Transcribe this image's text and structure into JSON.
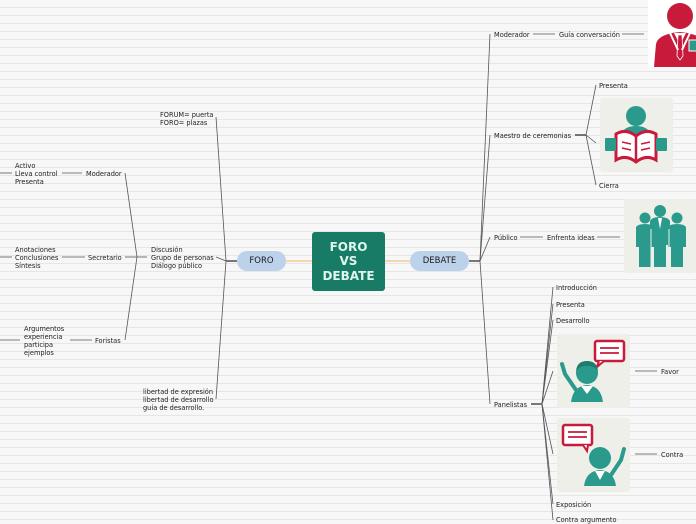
{
  "central": {
    "label": "FORO\nVS\nDEBATE"
  },
  "foro": {
    "label": "FORO",
    "definition": "FORUM= puerta\nFORO= plazas",
    "group": "Discusión\nGrupo de personas\nDiálogo público",
    "freedom": "libertad de expresión\nlibertad de desarrollo\nguía de desarrollo.",
    "moderador": {
      "label": "Moderador",
      "details": "Activo\nLleva control\nPresenta"
    },
    "secretario": {
      "label": "Secretario",
      "details": "Anotaciones\nConclusiones\nSíntesis"
    },
    "foristas": {
      "label": "Foristas",
      "details": "Argumentos\nexperiencia\nparticipa\nejemplos"
    }
  },
  "debate": {
    "label": "DEBATE",
    "moderador": {
      "label": "Moderador",
      "detail": "Guía conversación"
    },
    "maestro": {
      "label": "Maestro de ceremonias",
      "presenta": "Presenta",
      "cierra": "Cierra"
    },
    "publico": {
      "label": "Público",
      "detail": "Enfrenta ideas"
    },
    "panelistas": {
      "label": "Panelistas",
      "items": [
        "Introducción",
        "Presenta",
        "Desarrollo"
      ],
      "favor": "Favor",
      "contra": "Contra",
      "exposicion": "Exposición",
      "contra_argumento": "Contra argumento"
    }
  },
  "colors": {
    "central": "#187b66",
    "main_topic": "#bcd1ea",
    "connector": "#f0a030",
    "teal": "#2a9a8c",
    "red": "#c81a3a"
  },
  "icons": [
    "businessman-icon",
    "reading-teacher-icon",
    "audience-group-icon",
    "speaker-favor-icon",
    "speaker-contra-icon"
  ]
}
